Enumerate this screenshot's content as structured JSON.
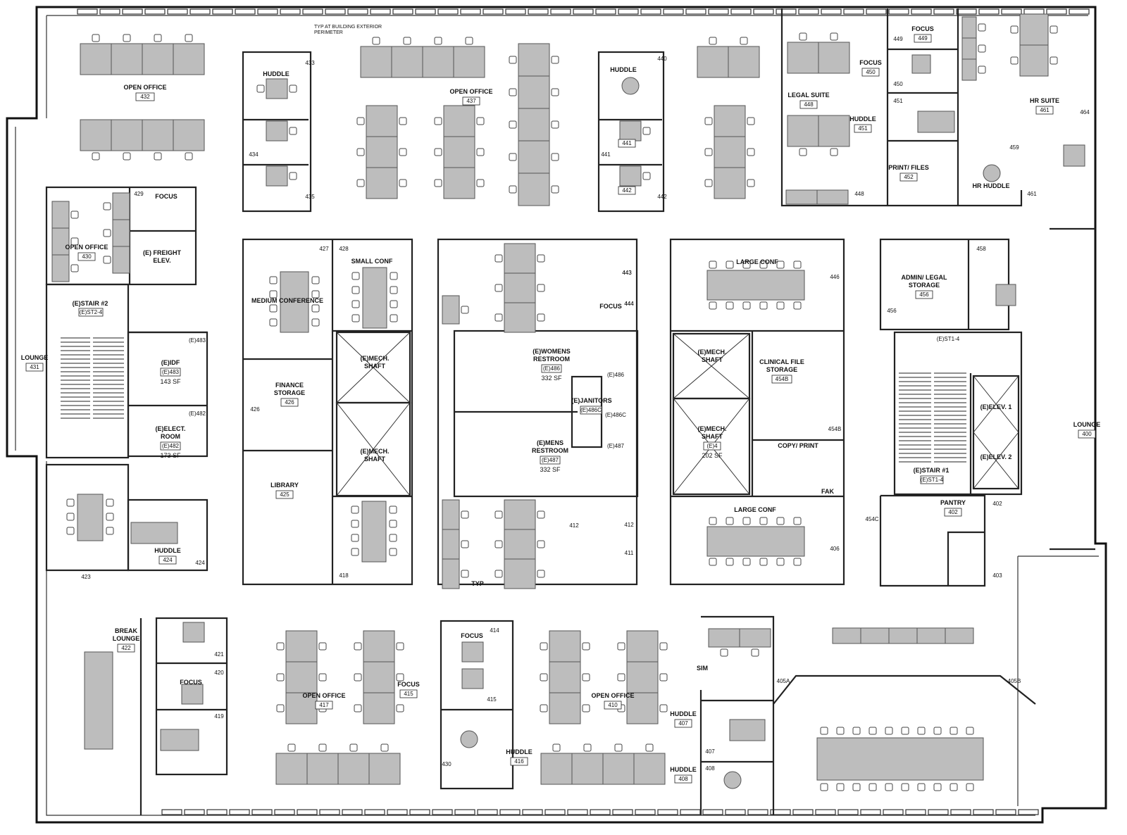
{
  "note": {
    "line1": "TYP AT BUILDING EXTERIOR",
    "line2": "PERIMETER"
  },
  "rooms": {
    "r432": {
      "name": "OPEN OFFICE",
      "num": "432"
    },
    "r433": {
      "name": "HUDDLE"
    },
    "r437": {
      "name": "OPEN OFFICE",
      "num": "437"
    },
    "r440": {
      "name": "HUDDLE"
    },
    "r448": {
      "name": "LEGAL SUITE",
      "num": "448"
    },
    "r449": {
      "name": "FOCUS",
      "num": "449"
    },
    "r450": {
      "name": "FOCUS",
      "num": "450"
    },
    "r451": {
      "name": "HUDDLE",
      "num": "451"
    },
    "r452": {
      "name": "PRINT/ FILES",
      "num": "452"
    },
    "r461": {
      "name": "HR SUITE",
      "num": "461"
    },
    "r459": {
      "name": "HR HUDDLE"
    },
    "r441": {
      "num": "441"
    },
    "r442": {
      "num": "442"
    },
    "r429": {
      "name": "FOCUS"
    },
    "r430": {
      "name": "OPEN OFFICE",
      "num": "430"
    },
    "freight": {
      "name1": "(E) FREIGHT",
      "name2": "ELEV."
    },
    "st2": {
      "name": "(E)STAIR #2",
      "num": "(E)ST2-4"
    },
    "lounge431": {
      "name": "LOUNGE",
      "num": "431"
    },
    "idf": {
      "name": "(E)IDF",
      "num": "(E)483",
      "sf": "143 SF"
    },
    "elect": {
      "name1": "(E)ELECT.",
      "name2": "ROOM",
      "num": "(E)482",
      "sf": "173 SF"
    },
    "r427": {
      "name": "MEDIUM CONFERENCE"
    },
    "r428": {
      "name": "SMALL CONF"
    },
    "finance": {
      "name1": "FINANCE",
      "name2": "STORAGE",
      "num": "426"
    },
    "library": {
      "name": "LIBRARY",
      "num": "425"
    },
    "mech1": {
      "name1": "(E)MECH.",
      "name2": "SHAFT"
    },
    "mech2": {
      "name1": "(E)MECH.",
      "name2": "SHAFT"
    },
    "womens": {
      "name1": "(E)WOMENS",
      "name2": "RESTROOM",
      "num": "(E)486",
      "sf": "332 SF"
    },
    "mens": {
      "name1": "(E)MENS",
      "name2": "RESTROOM",
      "num": "(E)487",
      "sf": "332 SF"
    },
    "janitor": {
      "name": "(E)JANITORS",
      "num": "(E)486C"
    },
    "r443": {
      "num": "443"
    },
    "r444": {
      "name": "FOCUS",
      "num": "444"
    },
    "largeconf446": {
      "name": "LARGE CONF"
    },
    "largeconf406": {
      "name": "LARGE CONF"
    },
    "mech3": {
      "name1": "(E)MECH.",
      "name2": "SHAFT"
    },
    "mech4": {
      "name1": "(E)MECH.",
      "name2": "SHAFT",
      "num": "(E)4",
      "sf": "202 SF"
    },
    "clinical": {
      "name1": "CLINICAL FILE",
      "name2": "STORAGE",
      "num": "454B"
    },
    "copy": {
      "name": "COPY/ PRINT"
    },
    "admin": {
      "name1": "ADMIN/ LEGAL",
      "name2": "STORAGE",
      "num": "456"
    },
    "st1": {
      "name": "(E)STAIR #1",
      "num": "(E)ST1-4"
    },
    "elev1": {
      "name": "(E)ELEV. 1"
    },
    "elev2": {
      "name": "(E)ELEV. 2"
    },
    "lounge400": {
      "name": "LOUNGE",
      "num": "400"
    },
    "pantry": {
      "name": "PANTRY",
      "num": "402"
    },
    "r424": {
      "name": "HUDDLE",
      "num": "424"
    },
    "break": {
      "name1": "BREAK",
      "name2": "LOUNGE",
      "num": "422"
    },
    "r420": {
      "name": "FOCUS"
    },
    "r417": {
      "name": "OPEN OFFICE",
      "num": "417"
    },
    "r415": {
      "name": "FOCUS",
      "num": "415"
    },
    "r414": {
      "name": "FOCUS"
    },
    "r416": {
      "name": "HUDDLE",
      "num": "416"
    },
    "r410": {
      "name": "OPEN OFFICE",
      "num": "410"
    },
    "r407": {
      "name": "HUDDLE",
      "num": "407"
    },
    "r408": {
      "name": "HUDDLE",
      "num": "408"
    },
    "r412": {
      "num": "412"
    },
    "sim": {
      "name": "SIM"
    }
  },
  "misc": {
    "typ": "TYP",
    "fak": "FAK"
  },
  "doors": [
    "433",
    "434",
    "435",
    "440",
    "441",
    "442",
    "449",
    "450",
    "451",
    "448",
    "459",
    "461",
    "464",
    "429",
    "427",
    "428",
    "426",
    "446",
    "443",
    "444",
    "458",
    "456",
    "454B",
    "454C",
    "402",
    "403",
    "406",
    "412",
    "411",
    "424",
    "423",
    "418",
    "421",
    "420",
    "419",
    "414",
    "415",
    "430",
    "407",
    "408",
    "405A",
    "405B",
    "(E)483",
    "(E)482",
    "(E)486C",
    "(E)487",
    "(E)486",
    "(E)ST1-4"
  ]
}
